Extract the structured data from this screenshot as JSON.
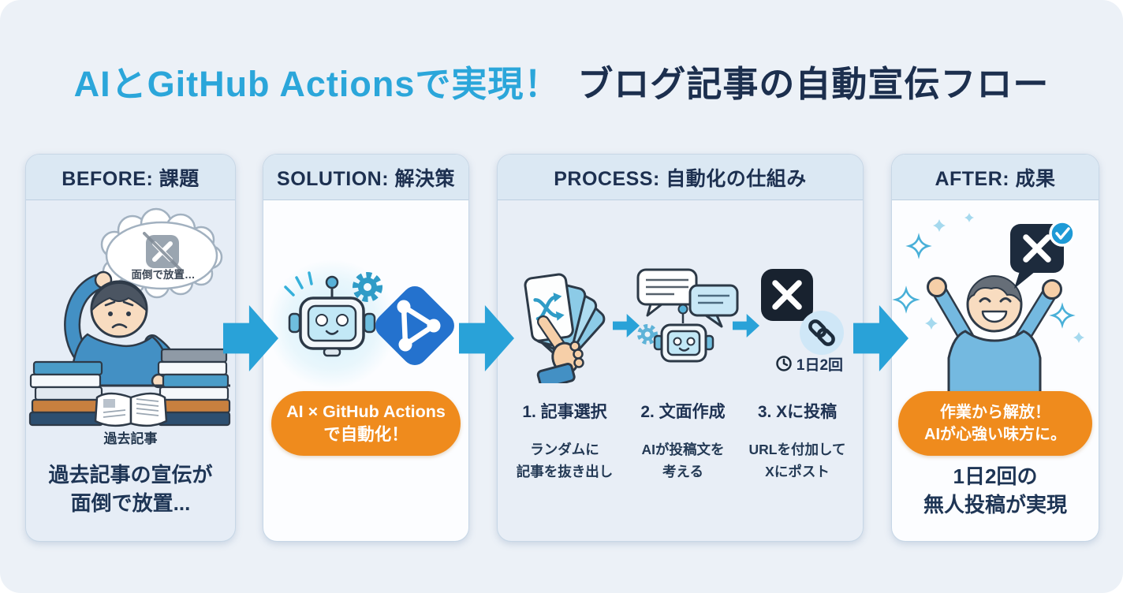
{
  "title": {
    "highlight": "AIとGitHub Actionsで実現！",
    "rest": "ブログ記事の自動宣伝フロー"
  },
  "colors": {
    "accent_blue": "#29A2D8",
    "title_blue": "#2BA6DA",
    "navy": "#1D3050",
    "orange": "#EF8B1D",
    "github_blue": "#2472CE",
    "x_black": "#18222F"
  },
  "panels": {
    "before": {
      "header": "BEFORE: 課題",
      "thought": "面倒で放置…",
      "books_label": "過去記事",
      "caption_line1": "過去記事の宣伝が",
      "caption_line2": "面倒で放置..."
    },
    "solution": {
      "header": "SOLUTION: 解決策",
      "badge_line1": "AI × GitHub Actions",
      "badge_line2": "で自動化！"
    },
    "process": {
      "header": "PROCESS: 自動化の仕組み",
      "schedule": "1日2回",
      "steps": [
        {
          "title": "1. 記事選択",
          "desc_line1": "ランダムに",
          "desc_line2": "記事を抜き出し"
        },
        {
          "title": "2. 文面作成",
          "desc_line1": "AIが投稿文を",
          "desc_line2": "考える"
        },
        {
          "title": "3. Xに投稿",
          "desc_line1": "URLを付加して",
          "desc_line2": "Xにポスト"
        }
      ]
    },
    "after": {
      "header": "AFTER: 成果",
      "badge_line1": "作業から解放！",
      "badge_line2": "AIが心強い味方に。",
      "caption_line1": "1日2回の",
      "caption_line2": "無人投稿が実現"
    }
  }
}
